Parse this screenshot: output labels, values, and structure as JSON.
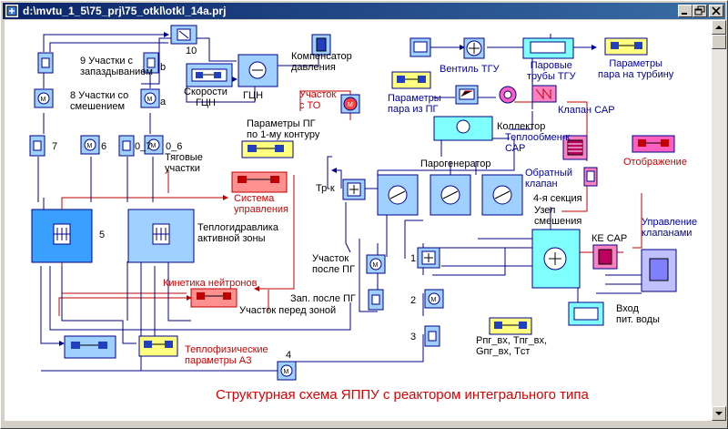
{
  "window": {
    "title": "d:\\mvtu_1_5\\75_prj\\75_otkl\\otkl_14a.prj",
    "buttons": [
      "minimize",
      "maximize",
      "close"
    ]
  },
  "diagram": {
    "title": "Структурная схема  ЯППУ с реактором интегрального типа",
    "labels": {
      "pg_params_circuit": "Параметры ПГ\nпо 1-му контуру",
      "steam_gen": "Парогенератор",
      "collector": "Коллектор",
      "heat_exch": "Теплообмен-к\nСАР",
      "valve_sar": "Клапан САР",
      "valve_tgu": "Вентиль ТГУ",
      "steam_pipes": "Паровые\nтрубы ТГУ",
      "steam_params_turbine": "Параметры\nпара на турбину",
      "steam_params_pg": "Параметры\nпара из ПГ",
      "check_valve": "Обратный\nклапан",
      "section4": "4-я секция",
      "mix_node": "Узел\nсмешения",
      "valve_control": "Управление\nклапанами",
      "ke_sar": "КЕ САР",
      "feed_water": "Вход\nпит. воды",
      "display": "Отображение",
      "sections_delay": "9 Участки с\nзапаздыванием",
      "sections_mix": "8 Участки со\nсмешением",
      "traction": "Тяговые\nучастки",
      "pressure_comp": "Компенсатор\nдавления",
      "gcn": "ГЦН",
      "gcn_speed": "Скорости\nГЦН",
      "section_to": "Участок\nс ТО",
      "control_system": "Система\nуправления",
      "thermohydraulics": "Теплогидравлика\nактивной зоны",
      "neutron_kinetics": "Кинетика нейтронов",
      "section_after_pg": "Участок\nпосле ПГ",
      "storage_after_pg": "Зап. после ПГ",
      "section_before_zone": "Участок перед зоной",
      "thermophysical": "Теплофизические\nпараметры АЗ",
      "tr_k": "Тр-к",
      "inputs": "Pпг_вх, Tпг_вх,\nGпг_вх, Tст",
      "n10": "10",
      "n9b": "b",
      "n8a": "a",
      "n7": "7",
      "n6": "6",
      "n07": "0_7",
      "n06": "0_6",
      "n5": "5",
      "n1": "1",
      "n2": "2",
      "n3": "3",
      "n4": "4"
    }
  }
}
